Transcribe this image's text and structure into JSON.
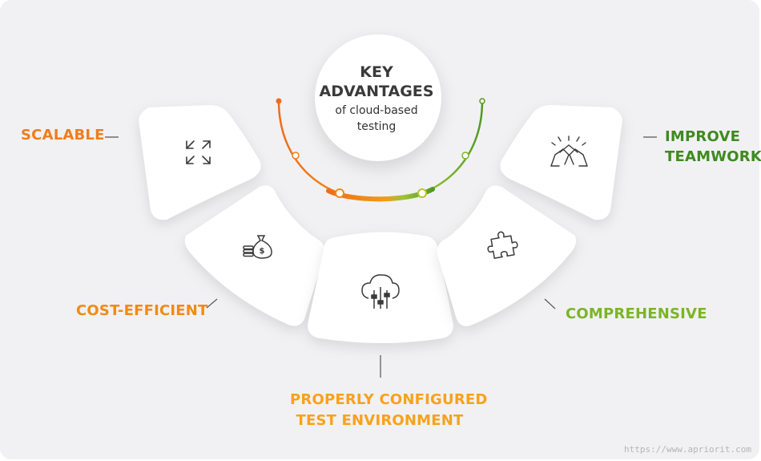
{
  "diagram": {
    "center": {
      "title_line1": "KEY",
      "title_line2": "ADVANTAGES",
      "subtitle_line1": "of cloud-based",
      "subtitle_line2": "testing"
    },
    "items": [
      {
        "label": "SCALABLE",
        "icon": "expand-arrows-icon",
        "color": "#f07d1a"
      },
      {
        "label": "COST-EFFICIENT",
        "icon": "money-bag-icon",
        "color": "#f08a16"
      },
      {
        "label_line1": "PROPERLY CONFIGURED",
        "label_line2": "TEST ENVIRONMENT",
        "icon": "cloud-settings-icon",
        "color": "#f9a11b"
      },
      {
        "label": "COMPREHENSIVE",
        "icon": "puzzle-icon",
        "color": "#7cb428"
      },
      {
        "label_line1": "IMPROVE",
        "label_line2": "TEAMWORK",
        "icon": "handshake-icon",
        "color": "#3f8a1f"
      }
    ],
    "arc_colors": {
      "start": "#ef6c1a",
      "middle": "#f39c12",
      "end": "#6fae2a"
    }
  },
  "footer": {
    "source": "https://www.apriorit.com"
  }
}
